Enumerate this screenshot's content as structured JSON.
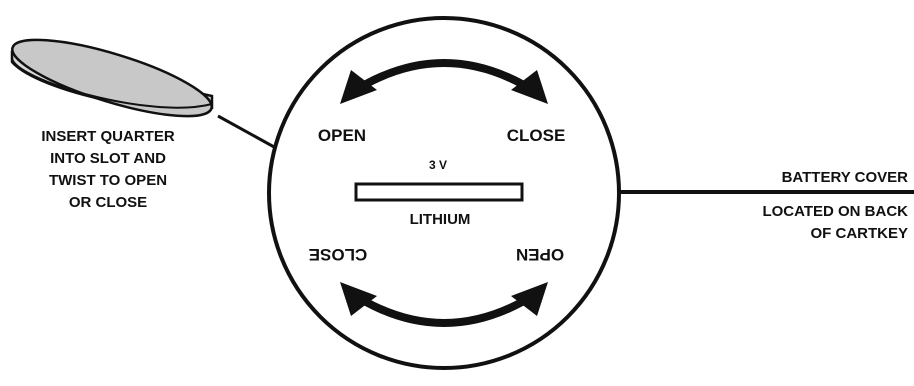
{
  "callout_left": {
    "lines": [
      "INSERT QUARTER",
      "INTO SLOT AND",
      "TWIST TO OPEN",
      "OR CLOSE"
    ]
  },
  "callout_right": {
    "line1": "BATTERY COVER",
    "line2a": "LOCATED ON BACK",
    "line2b": "OF CARTKEY"
  },
  "cover": {
    "open_top": "OPEN",
    "close_top": "CLOSE",
    "open_bottom": "OPEN",
    "close_bottom": "CLOSE",
    "voltage": "3 V",
    "chemistry": "LITHIUM"
  }
}
